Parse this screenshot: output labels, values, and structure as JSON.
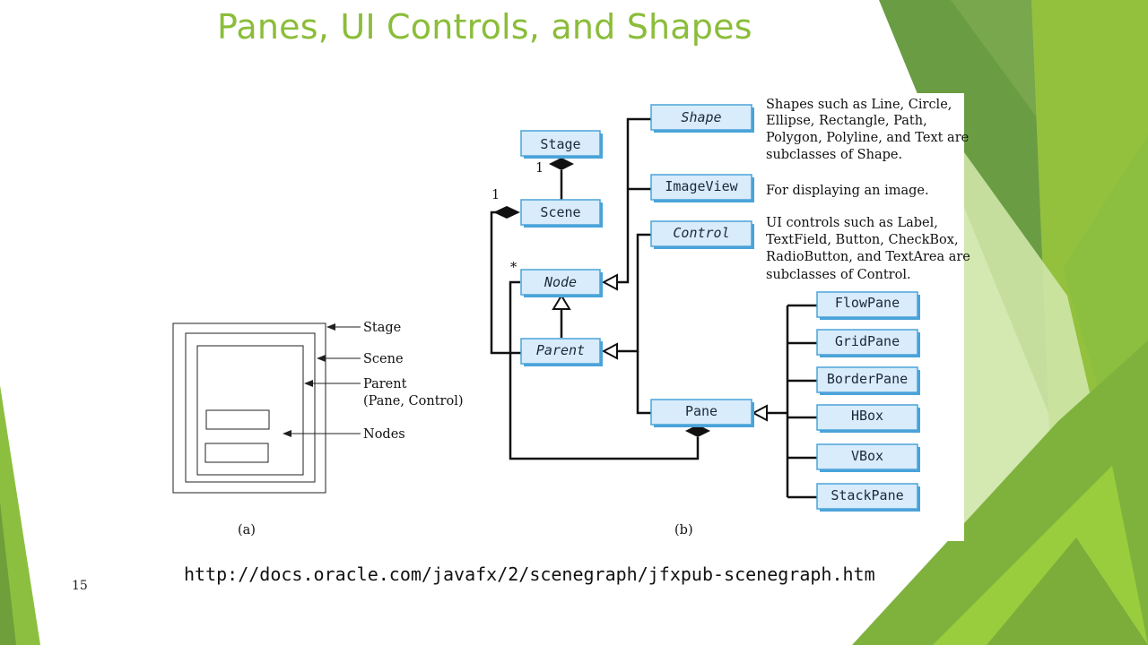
{
  "slide": {
    "title": "Panes, UI Controls, and Shapes",
    "url": "http://docs.oracle.com/javafx/2/scenegraph/jfxpub-scenegraph.htm",
    "slide_number": "15",
    "colors": {
      "title": "#8bbd3a",
      "box_fill": "#d8ecfb",
      "box_stroke": "#4aa3d9"
    }
  },
  "diagram_a": {
    "labels": {
      "stage": "Stage",
      "scene": "Scene",
      "parent_line1": "Parent",
      "parent_line2": "(Pane, Control)",
      "nodes": "Nodes"
    },
    "caption": "(a)"
  },
  "diagram_b": {
    "classes": {
      "stage": "Stage",
      "scene": "Scene",
      "node": "Node",
      "parent": "Parent",
      "shape": "Shape",
      "imageview": "ImageView",
      "control": "Control",
      "pane": "Pane",
      "flowpane": "FlowPane",
      "gridpane": "GridPane",
      "borderpane": "BorderPane",
      "hbox": "HBox",
      "vbox": "VBox",
      "stackpane": "StackPane"
    },
    "multiplicity": {
      "stage_scene": "1",
      "scene_parent": "1",
      "node_many": "*"
    },
    "notes": {
      "shape": [
        "Shapes such as Line, Circle,",
        "Ellipse, Rectangle, Path,",
        "Polygon, Polyline, and Text are",
        "subclasses of Shape."
      ],
      "imageview": [
        "For displaying an image."
      ],
      "control": [
        "UI controls such as Label,",
        "TextField, Button, CheckBox,",
        "RadioButton, and TextArea are",
        "subclasses of Control."
      ]
    },
    "caption": "(b)"
  }
}
